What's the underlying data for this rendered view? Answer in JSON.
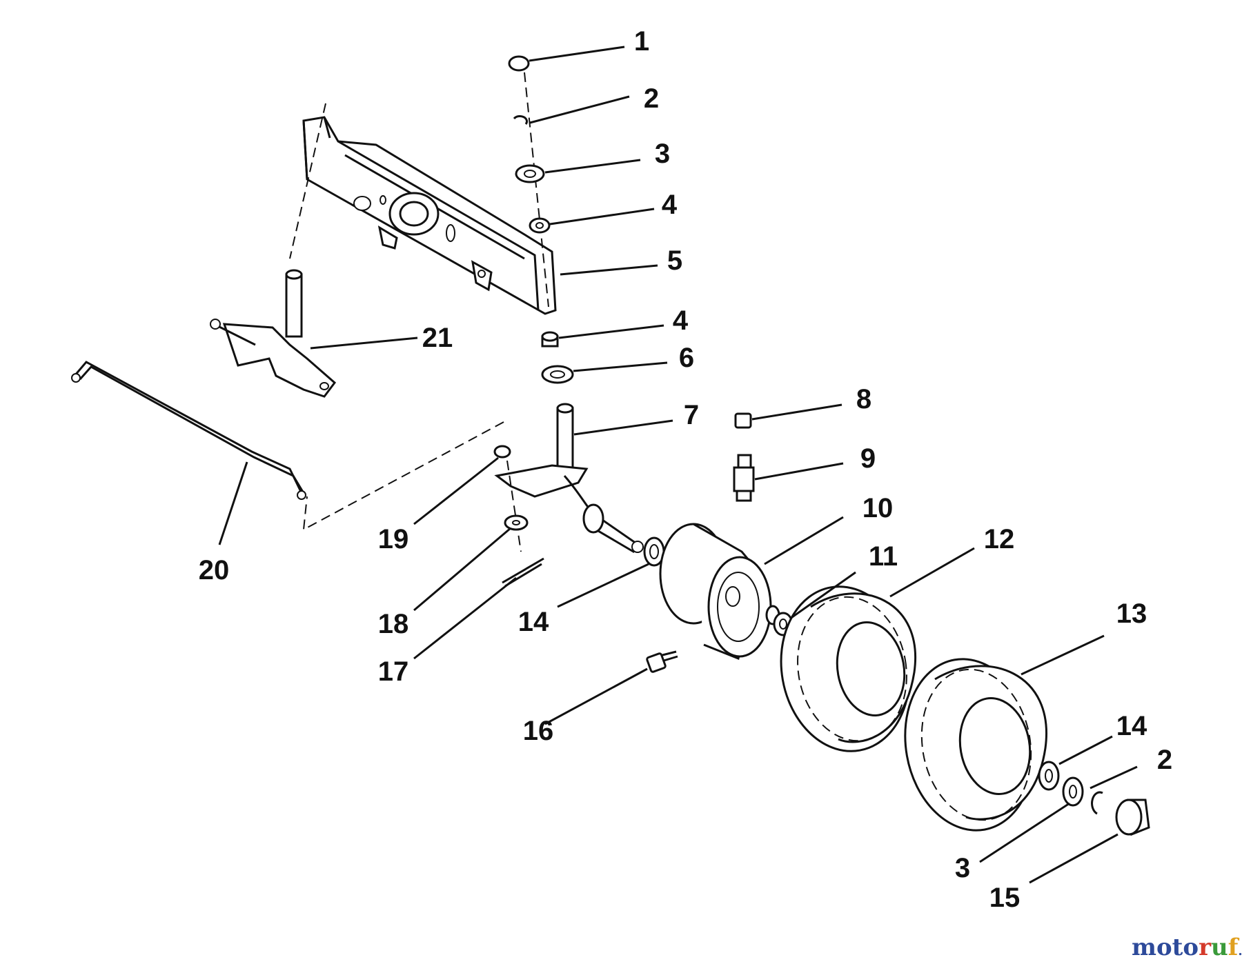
{
  "callouts": [
    {
      "id": "c1",
      "label": "1"
    },
    {
      "id": "c2a",
      "label": "2"
    },
    {
      "id": "c3a",
      "label": "3"
    },
    {
      "id": "c4a",
      "label": "4"
    },
    {
      "id": "c5",
      "label": "5"
    },
    {
      "id": "c4b",
      "label": "4"
    },
    {
      "id": "c6",
      "label": "6"
    },
    {
      "id": "c7",
      "label": "7"
    },
    {
      "id": "c8",
      "label": "8"
    },
    {
      "id": "c9",
      "label": "9"
    },
    {
      "id": "c10",
      "label": "10"
    },
    {
      "id": "c11",
      "label": "11"
    },
    {
      "id": "c12",
      "label": "12"
    },
    {
      "id": "c13",
      "label": "13"
    },
    {
      "id": "c14a",
      "label": "14"
    },
    {
      "id": "c14b",
      "label": "14"
    },
    {
      "id": "c2b",
      "label": "2"
    },
    {
      "id": "c3b",
      "label": "3"
    },
    {
      "id": "c15",
      "label": "15"
    },
    {
      "id": "c16",
      "label": "16"
    },
    {
      "id": "c17",
      "label": "17"
    },
    {
      "id": "c18",
      "label": "18"
    },
    {
      "id": "c19",
      "label": "19"
    },
    {
      "id": "c20",
      "label": "20"
    },
    {
      "id": "c21",
      "label": "21"
    }
  ],
  "watermark": {
    "letters": [
      "m",
      "o",
      "t",
      "o",
      "r",
      "u",
      "f"
    ],
    "suffix": ".de",
    "colors": [
      "#2d4a9a",
      "#2d4a9a",
      "#2d4a9a",
      "#2d4a9a",
      "#d43a2a",
      "#3a9a3a",
      "#e0a020"
    ]
  }
}
